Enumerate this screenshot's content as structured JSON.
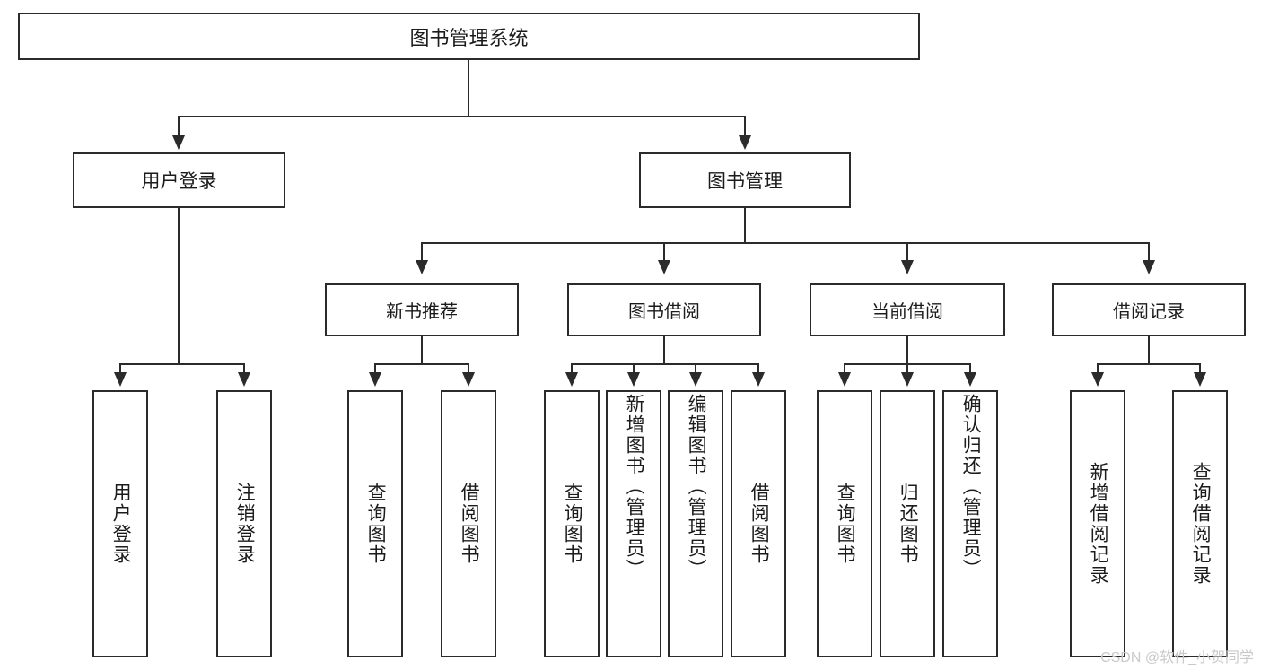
{
  "diagram": {
    "title": "图书管理系统",
    "watermark": "CSDN @软件_小贺同学",
    "colors": {
      "stroke": "#2b2b2b",
      "fill": "#ffffff",
      "text": "#1b1b1b",
      "watermark": "#c9c9c9"
    },
    "root": {
      "label": "图书管理系统"
    },
    "level1": [
      {
        "label": "用户登录"
      },
      {
        "label": "图书管理"
      }
    ],
    "level2": [
      {
        "label": "新书推荐"
      },
      {
        "label": "图书借阅"
      },
      {
        "label": "当前借阅"
      },
      {
        "label": "借阅记录"
      }
    ],
    "leaves": {
      "user_login": [
        {
          "label": "用户登录"
        },
        {
          "label": "注销登录"
        }
      ],
      "new_book": [
        {
          "label": "查询图书"
        },
        {
          "label": "借阅图书"
        }
      ],
      "book_borrow": [
        {
          "label": "查询图书"
        },
        {
          "label": "新增图书（管理员）"
        },
        {
          "label": "编辑图书（管理员）"
        },
        {
          "label": "借阅图书"
        }
      ],
      "current_borrow": [
        {
          "label": "查询图书"
        },
        {
          "label": "归还图书"
        },
        {
          "label": "确认归还（管理员）"
        }
      ],
      "borrow_record": [
        {
          "label": "新增借阅记录"
        },
        {
          "label": "查询借阅记录"
        }
      ]
    }
  }
}
